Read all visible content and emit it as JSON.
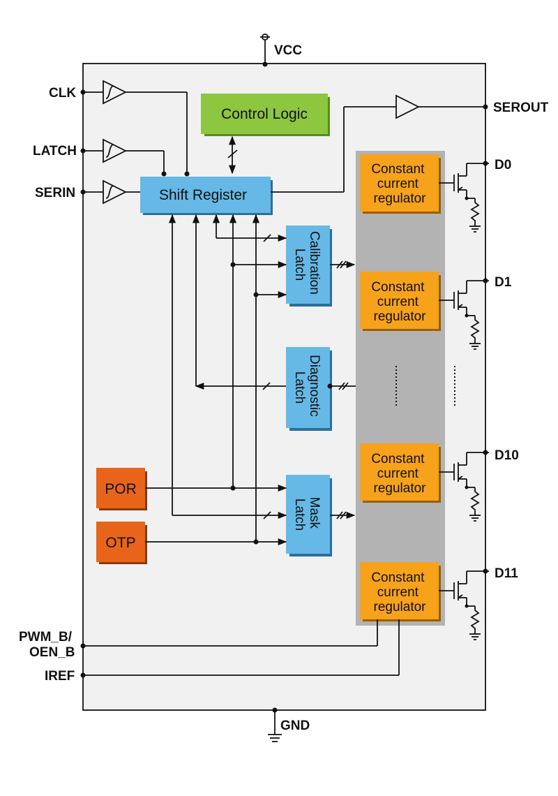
{
  "pins": {
    "vcc": "VCC",
    "gnd": "GND",
    "clk": "CLK",
    "latch": "LATCH",
    "serin": "SERIN",
    "serout": "SEROUT",
    "pwm_line1": "PWM_B/",
    "pwm_line2": "OEN_B",
    "iref": "IREF",
    "outputs": [
      "D0",
      "D1",
      "D10",
      "D11"
    ]
  },
  "blocks": {
    "control_logic": "Control Logic",
    "shift_register": "Shift Register",
    "calibration_latch": [
      "Calibration",
      "Latch"
    ],
    "diagnostic_latch": [
      "Diagnostic",
      "Latch"
    ],
    "mask_latch": [
      "Mask",
      "Latch"
    ],
    "por": "POR",
    "otp": "OTP",
    "regulator": [
      "Constant",
      "current",
      "regulator"
    ]
  },
  "colors": {
    "chip_fill": "#f1f1f1",
    "bank_fill": "#b3b3b3",
    "blue_block": "#66b8e6",
    "green_block": "#8dc63f",
    "orange_regulator": "#f7a21b",
    "orange_por_otp": "#e8641b"
  }
}
